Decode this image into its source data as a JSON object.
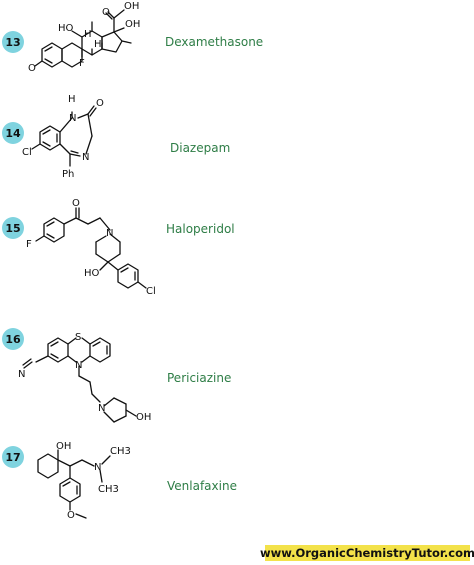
{
  "entries": [
    {
      "number": "13",
      "name": "Dexamethasone",
      "labels": {
        "oh1": "OH",
        "oh2": "OH",
        "oh3": "HO",
        "h1": "H",
        "h2": "H",
        "f": "F",
        "o1": "O",
        "o2": "O"
      }
    },
    {
      "number": "14",
      "name": "Diazepam",
      "labels": {
        "h": "H",
        "n1": "N",
        "n2": "N",
        "o": "O",
        "cl": "Cl",
        "ph": "Ph"
      }
    },
    {
      "number": "15",
      "name": "Haloperidol",
      "labels": {
        "o": "O",
        "f": "F",
        "n": "N",
        "ho": "HO",
        "cl": "Cl"
      }
    },
    {
      "number": "16",
      "name": "Periciazine",
      "labels": {
        "s": "S",
        "n": "N",
        "n2": "N",
        "nc": "N",
        "oh": "OH"
      }
    },
    {
      "number": "17",
      "name": "Venlafaxine",
      "labels": {
        "oh": "OH",
        "n": "N",
        "ch3a": "CH3",
        "ch3b": "CH3",
        "o": "O"
      }
    }
  ],
  "footer": {
    "url": "www.OrganicChemistryTutor.com"
  },
  "colors": {
    "badge": "#7fd3df",
    "name": "#2e7d46",
    "footer_bg": "#f3e24a"
  }
}
